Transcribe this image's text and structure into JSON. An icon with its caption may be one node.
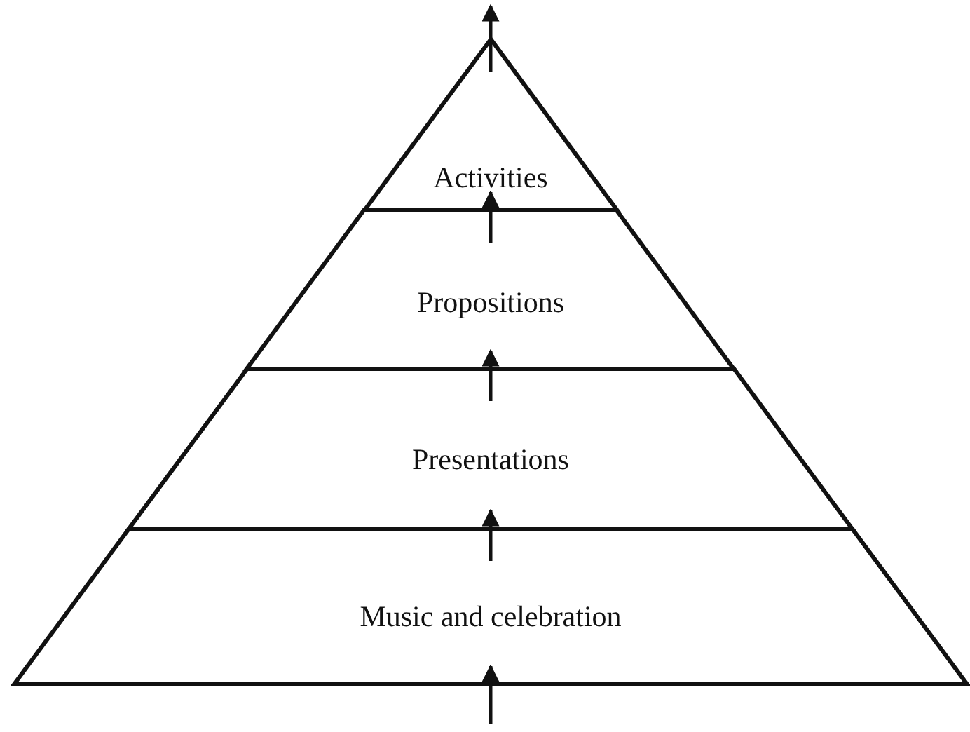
{
  "diagram": {
    "nodes": [
      {
        "text": [
          "Activities"
        ]
      },
      {
        "text": [
          "Propositions"
        ]
      },
      {
        "text": [
          "Presentations"
        ]
      },
      {
        "text": [
          "Music and celebration"
        ]
      }
    ],
    "edges": [
      {
        "from": null,
        "to": 3,
        "arrow": "to"
      },
      {
        "from": 3,
        "to": 2,
        "arrow": "to"
      },
      {
        "from": 2,
        "to": 1,
        "arrow": "to"
      },
      {
        "from": 1,
        "to": 0,
        "arrow": "to"
      },
      {
        "from": 0,
        "to": null,
        "arrow": "to"
      }
    ]
  }
}
